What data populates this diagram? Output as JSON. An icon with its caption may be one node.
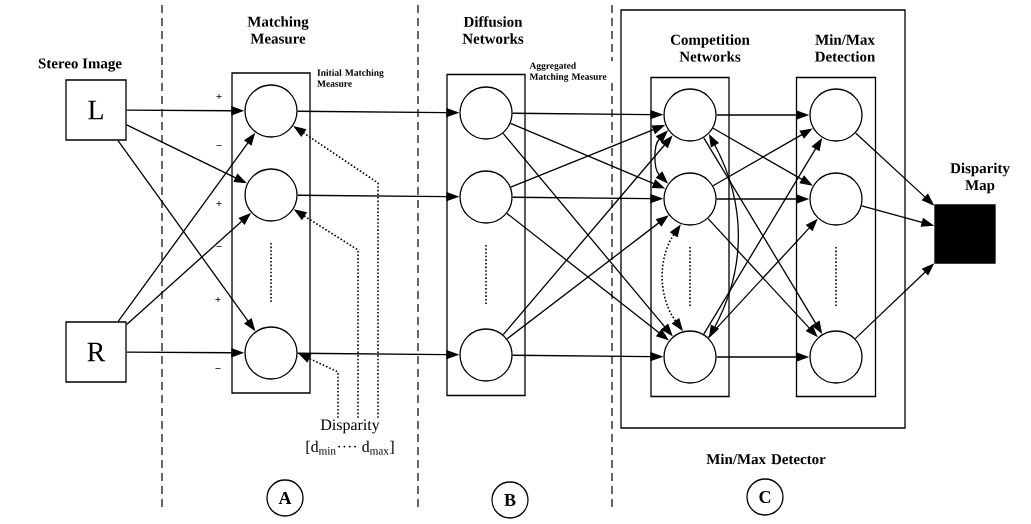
{
  "diagram": {
    "nodes": [
      {
        "text": [
          "L"
        ]
      },
      {
        "text": [
          "R"
        ]
      },
      {
        "text": [
          "Matching Measure"
        ]
      },
      {
        "text": [],
        "shape": "circle",
        "in": 2
      },
      {
        "text": [],
        "shape": "circle",
        "in": 2
      },
      {
        "text": [],
        "shape": "circle",
        "in": 2
      },
      {
        "text": [
          "Diffusion Networks"
        ]
      },
      {
        "text": [],
        "shape": "circle",
        "in": 6
      },
      {
        "text": [],
        "shape": "circle",
        "in": 6
      },
      {
        "text": [],
        "shape": "circle",
        "in": 6
      },
      {
        "text": [
          "Min/Max Detector"
        ]
      },
      {
        "text": [
          "Competition Networks"
        ],
        "in": 10
      },
      {
        "text": [],
        "shape": "circle",
        "in": 11
      },
      {
        "text": [],
        "shape": "circle",
        "in": 11
      },
      {
        "text": [],
        "shape": "circle",
        "in": 11
      },
      {
        "text": [
          "Min/Max Detection"
        ],
        "in": 10
      },
      {
        "text": [],
        "shape": "circle",
        "in": 15
      },
      {
        "text": [],
        "shape": "circle",
        "in": 15
      },
      {
        "text": [],
        "shape": "circle",
        "in": 15
      },
      {
        "text": [
          "Disparity Map"
        ]
      },
      {
        "text": [
          "Disparity",
          "[d$_{min}$···· d$_{max}$]"
        ]
      },
      {
        "text": [
          "A"
        ]
      },
      {
        "text": [
          "B"
        ]
      },
      {
        "text": [
          "C"
        ]
      }
    ],
    "edges": [
      {
        "from": 0,
        "to": 3,
        "arrow": "to"
      },
      {
        "from": 0,
        "to": 4,
        "arrow": "to"
      },
      {
        "from": 0,
        "to": 5,
        "arrow": "to"
      },
      {
        "from": 1,
        "to": 3,
        "arrow": "to"
      },
      {
        "from": 1,
        "to": 4,
        "arrow": "to"
      },
      {
        "from": 1,
        "to": 5,
        "arrow": "to"
      },
      {
        "from": 3,
        "to": 7,
        "arrow": "to",
        "label": "Initial Matching Measure"
      },
      {
        "from": 4,
        "to": 8,
        "arrow": "to"
      },
      {
        "from": 5,
        "to": 9,
        "arrow": "to"
      },
      {
        "from": 20,
        "to": 3,
        "arrow": "to",
        "style": "dashed"
      },
      {
        "from": 20,
        "to": 4,
        "arrow": "to",
        "style": "dashed"
      },
      {
        "from": 20,
        "to": 5,
        "arrow": "to",
        "style": "dashed"
      },
      {
        "from": 7,
        "to": 12,
        "arrow": "to",
        "label": "Aggregated Matching Measure"
      },
      {
        "from": 7,
        "to": 13,
        "arrow": "to"
      },
      {
        "from": 7,
        "to": 14,
        "arrow": "to"
      },
      {
        "from": 8,
        "to": 12,
        "arrow": "to"
      },
      {
        "from": 8,
        "to": 13,
        "arrow": "to"
      },
      {
        "from": 8,
        "to": 14,
        "arrow": "to"
      },
      {
        "from": 9,
        "to": 12,
        "arrow": "to"
      },
      {
        "from": 9,
        "to": 13,
        "arrow": "to"
      },
      {
        "from": 9,
        "to": 14,
        "arrow": "to"
      },
      {
        "from": 12,
        "to": 13,
        "arrow": "both"
      },
      {
        "from": 12,
        "to": 14,
        "arrow": "both"
      },
      {
        "from": 13,
        "to": 14,
        "arrow": "both",
        "style": "dashed"
      },
      {
        "from": 12,
        "to": 16,
        "arrow": "to"
      },
      {
        "from": 12,
        "to": 17,
        "arrow": "to"
      },
      {
        "from": 12,
        "to": 18,
        "arrow": "to"
      },
      {
        "from": 13,
        "to": 16,
        "arrow": "to"
      },
      {
        "from": 13,
        "to": 17,
        "arrow": "to"
      },
      {
        "from": 13,
        "to": 18,
        "arrow": "to"
      },
      {
        "from": 14,
        "to": 16,
        "arrow": "to"
      },
      {
        "from": 14,
        "to": 17,
        "arrow": "to"
      },
      {
        "from": 14,
        "to": 18,
        "arrow": "to"
      },
      {
        "from": 16,
        "to": 19,
        "arrow": "to"
      },
      {
        "from": 17,
        "to": 19,
        "arrow": "to"
      },
      {
        "from": 18,
        "to": 19,
        "arrow": "to"
      }
    ],
    "labels": [
      "Stereo Image",
      "+",
      "−",
      "+",
      "−",
      "+",
      "−"
    ]
  }
}
